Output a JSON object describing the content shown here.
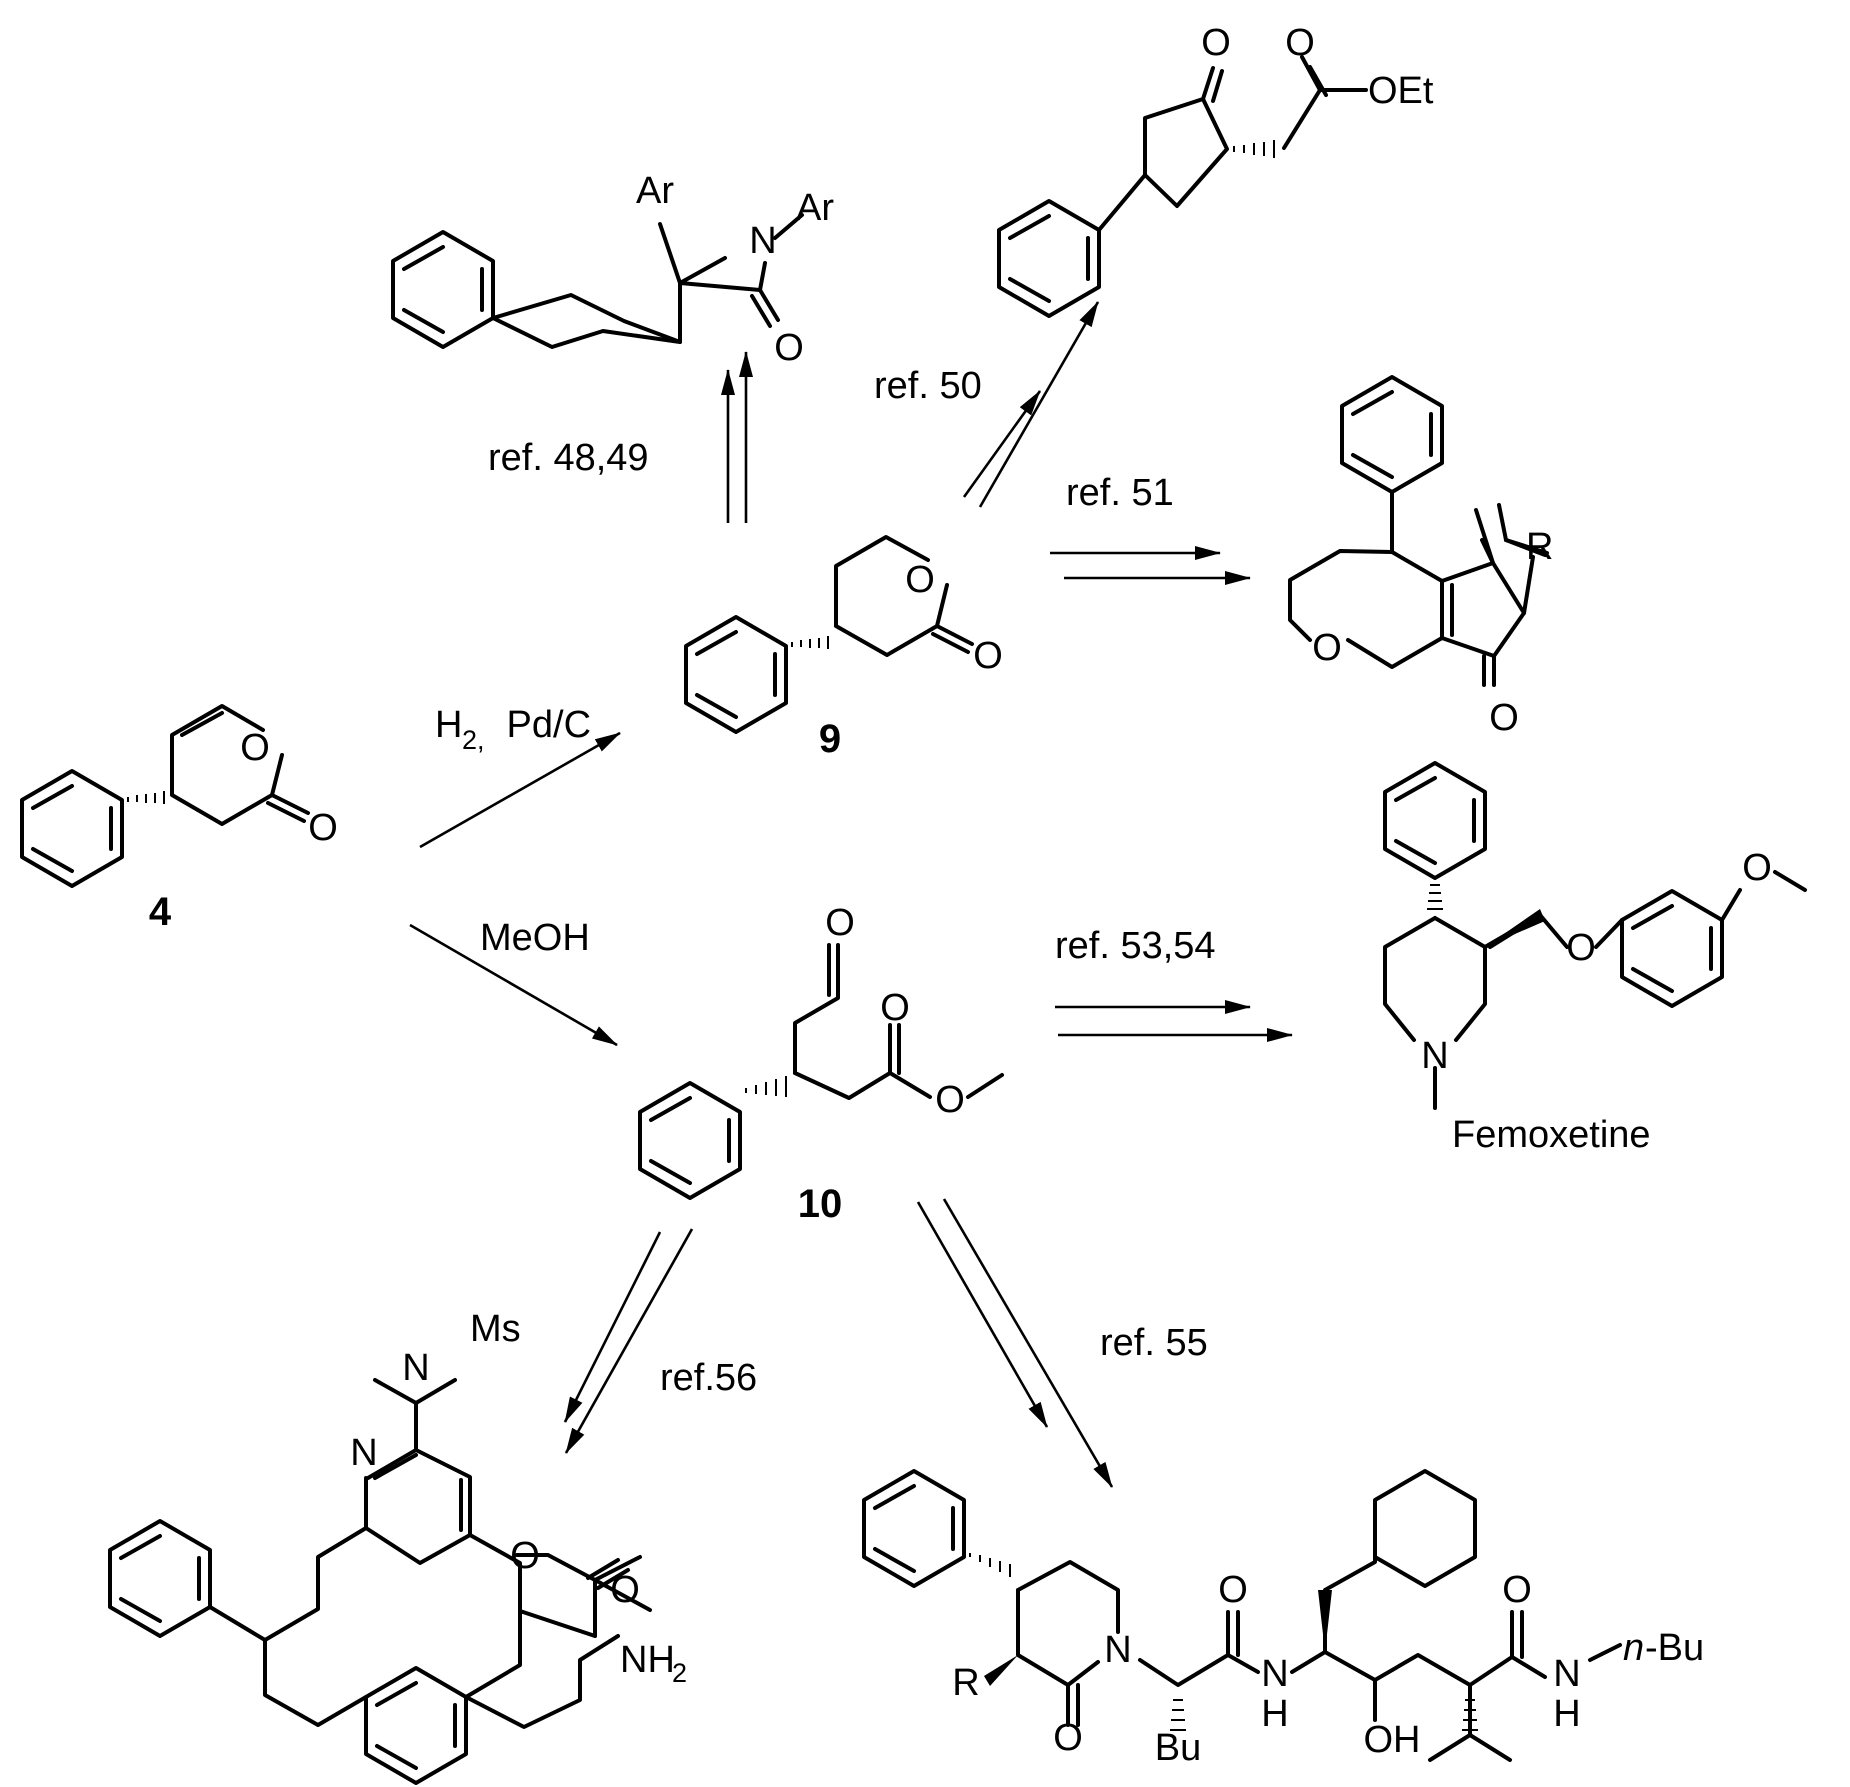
{
  "compounds": {
    "c4": "4",
    "c9": "9",
    "c10": "10",
    "femoxetine": "Femoxetine"
  },
  "reagents": {
    "h2": "H",
    "h2_sub": "2,",
    "pdc": " Pd/C",
    "meoh": "MeOH"
  },
  "refs": {
    "r4849": "ref. 48,49",
    "r50": "ref. 50",
    "r51": "ref. 51",
    "r5354": "ref. 53,54",
    "r55": "ref. 55",
    "r56": "ref.56"
  },
  "atoms": {
    "O": "O",
    "N": "N",
    "Ar": "Ar",
    "OEt": "OEt",
    "R": "R",
    "Ms": "Ms",
    "NH": "NH",
    "sub2": "2",
    "H": "H",
    "OH": "OH",
    "Bu": "Bu",
    "nBu_n": "n",
    "nBu_rest": "-Bu"
  }
}
